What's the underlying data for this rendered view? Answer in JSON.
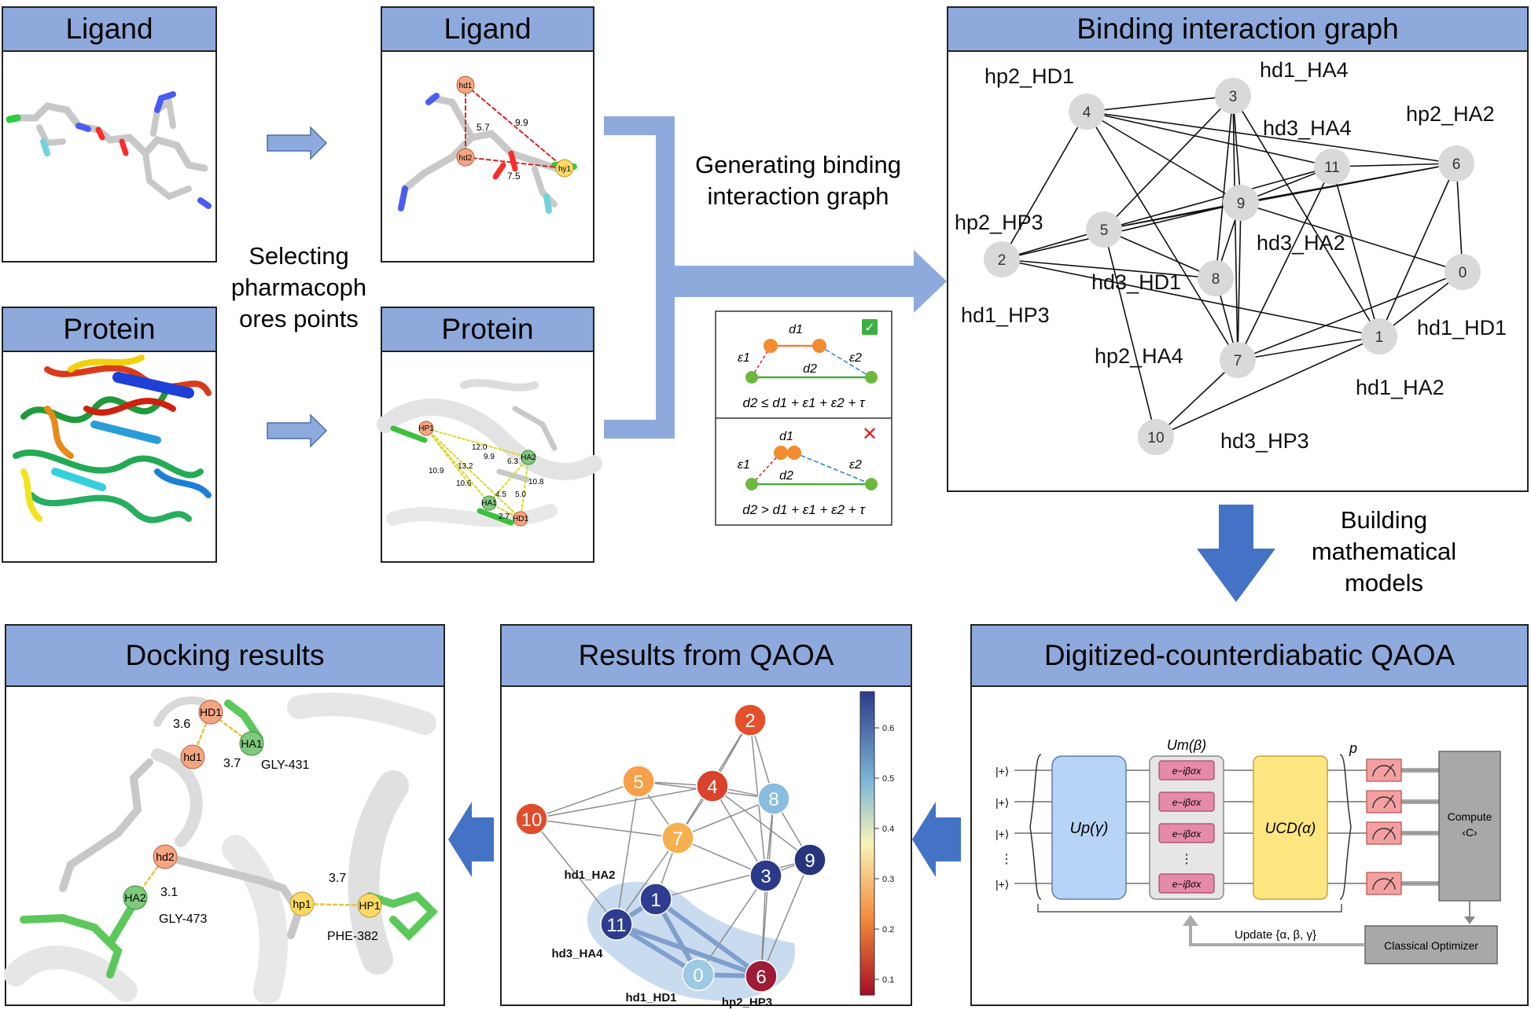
{
  "panels": {
    "ligand_left": "Ligand",
    "protein_left": "Protein",
    "ligand_right": "Ligand",
    "protein_right": "Protein",
    "graph": "Binding interaction graph",
    "dcqaoa": "Digitized-counterdiabatic QAOA",
    "results": "Results from QAOA",
    "docking": "Docking results"
  },
  "steps": {
    "selecting": "Selecting pharmacoph ores points",
    "generating": "Generating binding interaction graph",
    "building": "Building mathematical models"
  },
  "ligand_pharm": {
    "hd1": "hd1",
    "hd2": "hd2",
    "hy1": "hy1",
    "d1": "5.7",
    "d2": "9.9",
    "d3": "7.5"
  },
  "protein_pharm": {
    "hp1": "HP1",
    "ha2": "HA2",
    "ha1": "HA1",
    "hd1": "HD1",
    "distances": [
      "12.0",
      "9.9",
      "13.2",
      "10.9",
      "10.6",
      "6.3",
      "4.5",
      "5.0",
      "10.8",
      "2.7"
    ]
  },
  "criteria": {
    "top": {
      "d1": "d1",
      "d2": "d2",
      "e1": "ε1",
      "e2": "ε2",
      "formula": "d2 ≤ d1 + ε1 + ε2 + τ",
      "mark": "✓"
    },
    "bottom": {
      "d1": "d1",
      "d2": "d2",
      "e1": "ε1",
      "e2": "ε2",
      "formula": "d2 > d1 + ε1 + ε2 + τ",
      "mark": "✕"
    }
  },
  "graph": {
    "nodes": [
      "0",
      "1",
      "2",
      "3",
      "4",
      "5",
      "6",
      "7",
      "8",
      "9",
      "10",
      "11"
    ],
    "labels": [
      "hp2_HD1",
      "hd1_HA4",
      "hp2_HP3",
      "hd3_HA4",
      "hp2_HA2",
      "hd3_HA2",
      "hd3_HD1",
      "hd1_HP3",
      "hd1_HD1",
      "hp2_HA4",
      "hd1_HA2",
      "hd3_HP3"
    ]
  },
  "circuit": {
    "inputs": [
      "|+⟩",
      "|+⟩",
      "|+⟩",
      "⋮",
      "|+⟩"
    ],
    "up": "Up(γ)",
    "um": "Um(β)",
    "exp": "e−iβσx",
    "ucd": "UCD(α)",
    "p": "p",
    "compute": "Compute",
    "compute_c": "‹C›",
    "update": "Update {α, β, γ}",
    "optimizer": "Classical Optimizer"
  },
  "qaoa": {
    "nodes": [
      "0",
      "1",
      "2",
      "3",
      "4",
      "5",
      "6",
      "7",
      "8",
      "9",
      "10",
      "11"
    ],
    "labels": [
      "hd1_HA2",
      "hd3_HA4",
      "hd1_HD1",
      "hp2_HP3"
    ],
    "colorbar_ticks": [
      "0.6",
      "0.5",
      "0.4",
      "0.3",
      "0.2",
      "0.1"
    ]
  },
  "docking": {
    "HD1": "HD1",
    "HA1": "HA1",
    "hd1": "hd1",
    "hd2": "hd2",
    "HA2": "HA2",
    "hp1": "hp1",
    "HP1": "HP1",
    "d_36": "3.6",
    "d_37a": "3.7",
    "d_31": "3.1",
    "d_37b": "3.7",
    "gly431": "GLY-431",
    "gly473": "GLY-473",
    "phe382": "PHE-382"
  },
  "colors": {
    "title_bg": "#8eaadc",
    "arrow": "#8eaadc",
    "arrow_dark": "#4472c4",
    "node_gray": "#d9d9d9",
    "orange": "#f4a582",
    "green": "#7fc97f",
    "yellow": "#ffd966"
  }
}
